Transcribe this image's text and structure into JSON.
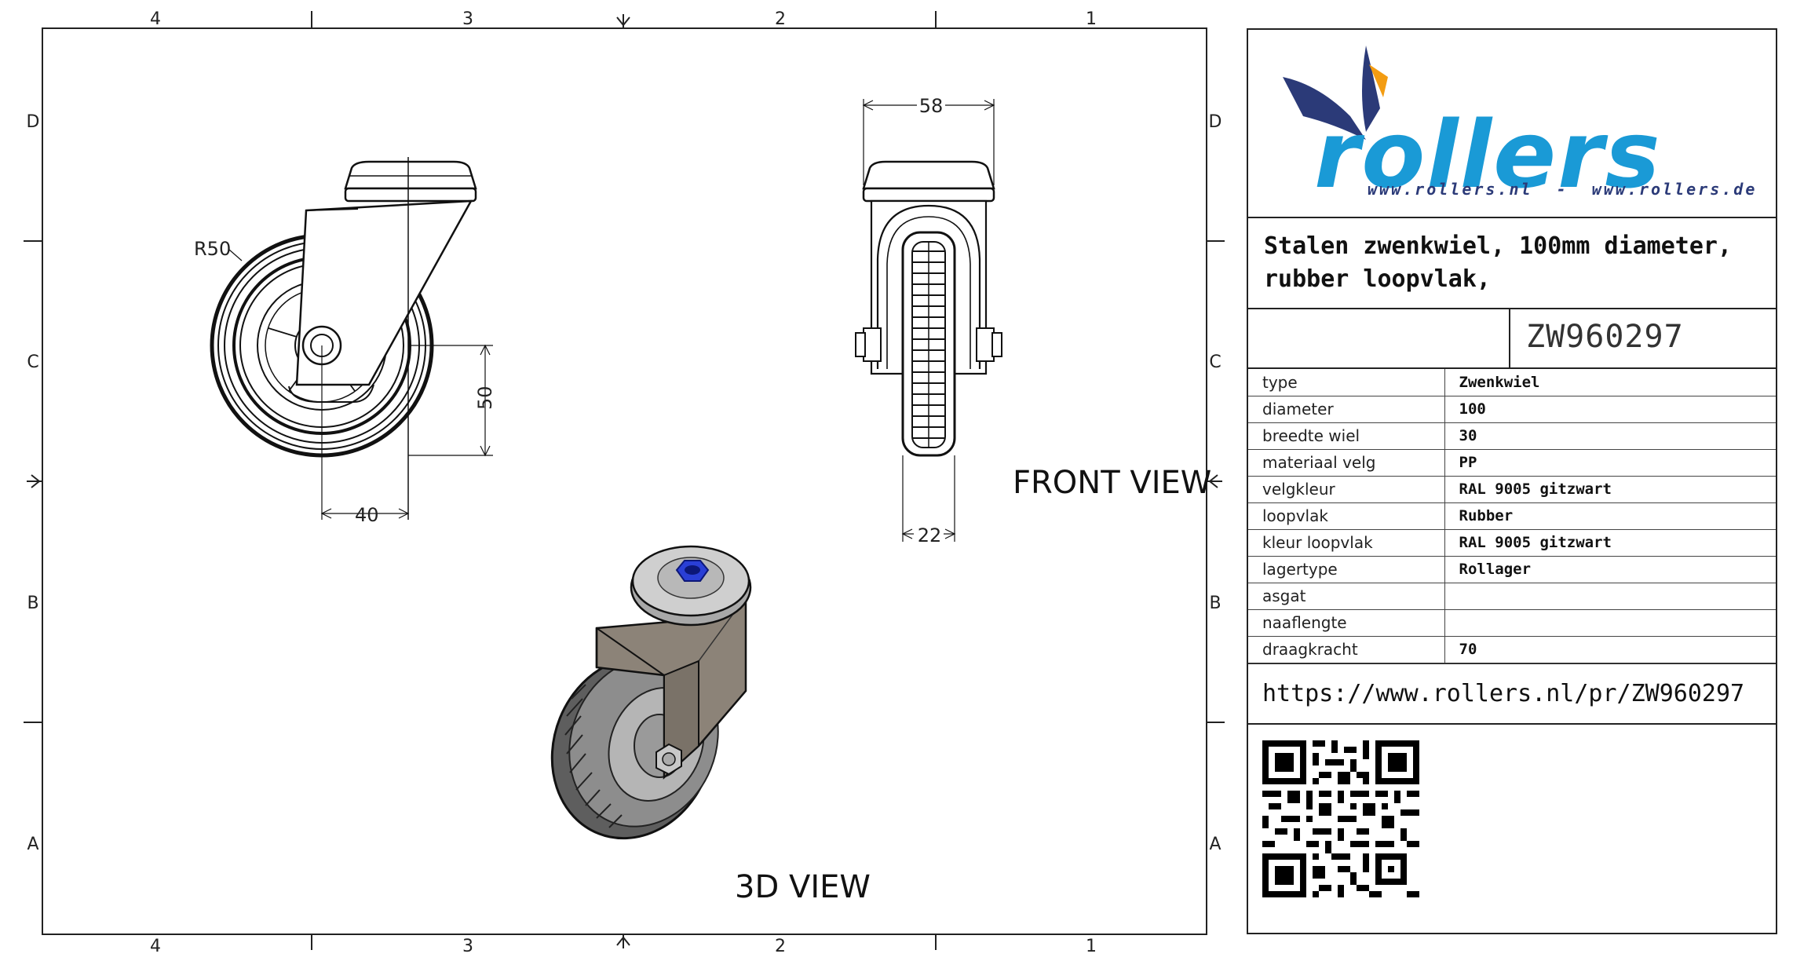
{
  "drawing": {
    "columns_top": [
      "4",
      "3",
      "2",
      "1"
    ],
    "columns_bottom": [
      "4",
      "3",
      "2",
      "1"
    ],
    "rows_left": [
      "D",
      "C",
      "B",
      "A"
    ],
    "rows_right": [
      "D",
      "C",
      "B",
      "A"
    ],
    "dimensions": {
      "radius": "R50",
      "width_top": "58",
      "height_offset": "50",
      "horizontal_offset": "40",
      "bottom_width": "22"
    },
    "views": {
      "front": "FRONT VIEW",
      "iso": "3D VIEW"
    }
  },
  "title_block": {
    "logo": {
      "wordmark": "rollers",
      "urls": "www.rollers.nl  -  www.rollers.de",
      "colors": {
        "blue": "#1a9ad6",
        "navy": "#2b3a78",
        "orange": "#f39c12"
      }
    },
    "description": "Stalen zwenkwiel, 100mm diameter, rubber loopvlak,",
    "description_line1": "Stalen zwenkwiel, 100mm diameter,",
    "description_line2": "rubber loopvlak,",
    "code": "ZW960297",
    "specs": [
      {
        "key": "type",
        "value": "Zwenkwiel"
      },
      {
        "key": "diameter",
        "value": "100"
      },
      {
        "key": "breedte wiel",
        "value": "30"
      },
      {
        "key": "materiaal velg",
        "value": "PP"
      },
      {
        "key": "velgkleur",
        "value": "RAL 9005 gitzwart"
      },
      {
        "key": "loopvlak",
        "value": "Rubber"
      },
      {
        "key": "kleur loopvlak",
        "value": "RAL 9005 gitzwart"
      },
      {
        "key": "lagertype",
        "value": "Rollager"
      },
      {
        "key": "asgat",
        "value": ""
      },
      {
        "key": "naaflengte",
        "value": ""
      },
      {
        "key": "draagkracht",
        "value": "70"
      }
    ],
    "url": "https://www.rollers.nl/pr/ZW960297",
    "qr_icon": "qr-code-icon"
  }
}
